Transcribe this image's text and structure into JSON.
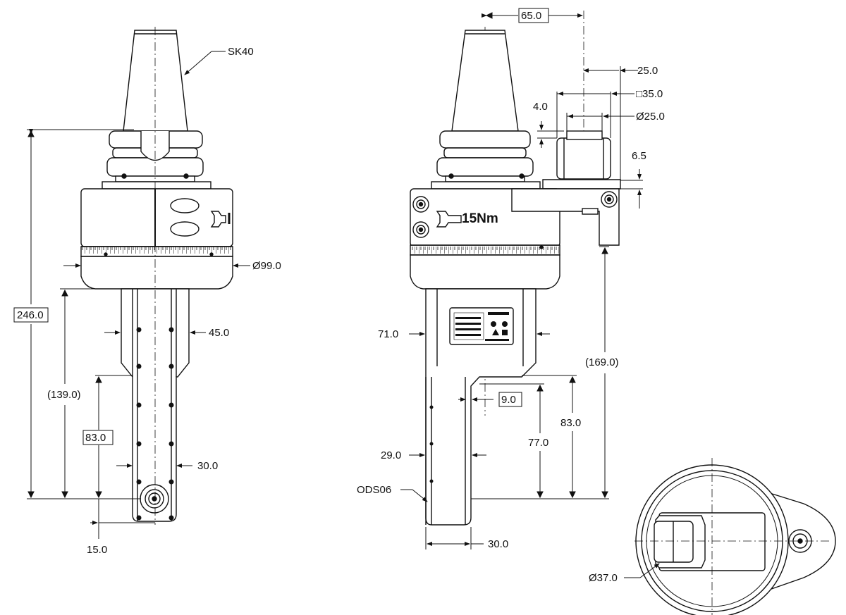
{
  "labels": {
    "sk40": "SK40",
    "torque": "15Nm",
    "ods": "ODS06"
  },
  "dimensions": {
    "overall_height": "246.0",
    "bore_dia": "Ø99.0",
    "holder_width": "45.0",
    "length_139": "(139.0)",
    "length_83_left": "83.0",
    "tip_width": "30.0",
    "bottom_offset": "15.0",
    "offset_65": "65.0",
    "offset_25": "25.0",
    "square_35": "□35.0",
    "drive_dia_25": "Ø25.0",
    "gap_4": "4.0",
    "gap_6_5": "6.5",
    "width_71": "71.0",
    "length_169": "(169.0)",
    "step_9": "9.0",
    "length_83_right": "83.0",
    "length_77": "77.0",
    "width_29": "29.0",
    "bottom_width_30": "30.0",
    "bottom_dia_37": "Ø37.0"
  },
  "colors": {
    "line": "#111111",
    "body_fill": "#ffffff",
    "scale_band": "#1a1a1a"
  }
}
